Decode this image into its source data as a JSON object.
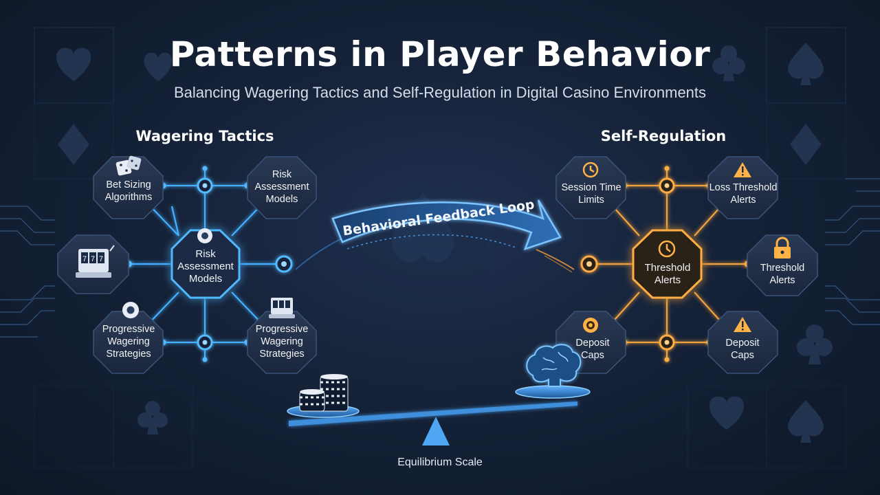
{
  "title": "Patterns in Player Behavior",
  "subtitle": "Balancing Wagering Tactics and Self-Regulation in Digital Casino Environments",
  "left_panel": {
    "heading": "Wagering Tactics",
    "nodes": {
      "top_left": {
        "label": "Bet Sizing Algorithms",
        "icon": "dice-icon"
      },
      "top_right": {
        "label": "Risk Assessment Models",
        "icon": ""
      },
      "mid_left": {
        "label": "",
        "icon": "slot-machine-icon"
      },
      "center": {
        "label": "Risk Assessment Models",
        "icon": "poker-chip-icon"
      },
      "bottom_left": {
        "label": "Progressive Wagering Strategies",
        "icon": "poker-chip-icon"
      },
      "bottom_right": {
        "label": "Progressive Wagering Strategies",
        "icon": "slot-machine-icon"
      }
    },
    "accent": "#3fa9ff"
  },
  "right_panel": {
    "heading": "Self-Regulation",
    "nodes": {
      "top_left": {
        "label": "Session Time Limits",
        "icon": "clock-icon"
      },
      "top_right": {
        "label": "Loss Threshold Alerts",
        "icon": "warning-icon"
      },
      "center": {
        "label": "Threshold Alerts",
        "icon": "clock-icon"
      },
      "mid_right": {
        "label": "Threshold Alerts",
        "icon": "lock-icon"
      },
      "bottom_left": {
        "label": "Deposit Caps",
        "icon": "chip-icon"
      },
      "bottom_right": {
        "label": "Deposit Caps",
        "icon": "warning-icon"
      }
    },
    "accent": "#f0a03a"
  },
  "feedback_arrow": {
    "label": "Behavioral Feedback Loop"
  },
  "scale": {
    "label": "Equilibrium Scale",
    "left_pan": "poker-chip-stacks",
    "right_pan": "brain-icon"
  },
  "background_icons": [
    "heart-suit-icon",
    "club-suit-icon",
    "spade-suit-icon",
    "diamond-suit-icon"
  ]
}
